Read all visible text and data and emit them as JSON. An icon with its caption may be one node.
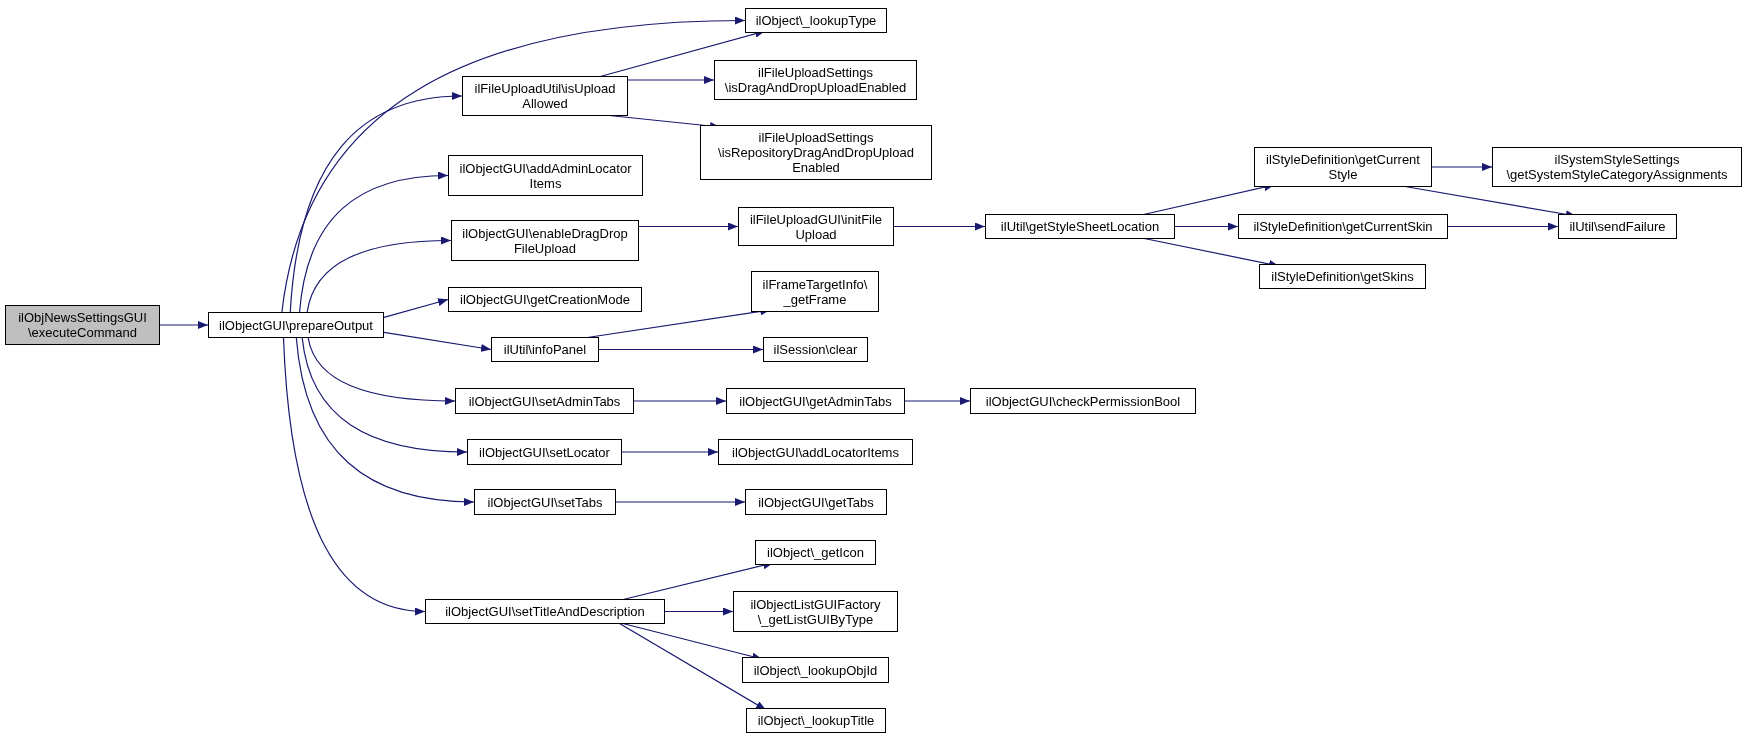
{
  "diagram": {
    "nodes": [
      {
        "text": [
          "ilObjNewsSettingsGUI \\executeCommand"
        ]
      },
      {
        "text": [
          "ilObjectGUI\\prepareOutput"
        ]
      },
      {
        "text": [
          "ilObject\\_lookupType"
        ]
      },
      {
        "text": [
          "ilFileUploadUtil\\isUpload Allowed"
        ]
      },
      {
        "text": [
          "ilFileUploadSettings \\isDragAndDropUploadEnabled"
        ]
      },
      {
        "text": [
          "ilFileUploadSettings \\isRepositoryDragAndDropUpload Enabled"
        ]
      },
      {
        "text": [
          "ilObjectGUI\\addAdminLocator Items"
        ]
      },
      {
        "text": [
          "ilObjectGUI\\enableDragDrop FileUpload"
        ]
      },
      {
        "text": [
          "ilFileUploadGUI\\initFile Upload"
        ]
      },
      {
        "text": [
          "ilUtil\\getStyleSheetLocation"
        ]
      },
      {
        "text": [
          "ilStyleDefinition\\getCurrent Style"
        ]
      },
      {
        "text": [
          "ilSystemStyleSettings \\getSystemStyleCategoryAssignments"
        ]
      },
      {
        "text": [
          "ilUtil\\sendFailure"
        ]
      },
      {
        "text": [
          "ilStyleDefinition\\getCurrentSkin"
        ]
      },
      {
        "text": [
          "ilStyleDefinition\\getSkins"
        ]
      },
      {
        "text": [
          "ilObjectGUI\\getCreationMode"
        ]
      },
      {
        "text": [
          "ilFrameTargetInfo\\ _getFrame"
        ]
      },
      {
        "text": [
          "ilUtil\\infoPanel"
        ]
      },
      {
        "text": [
          "ilSession\\clear"
        ]
      },
      {
        "text": [
          "ilObjectGUI\\setAdminTabs"
        ]
      },
      {
        "text": [
          "ilObjectGUI\\getAdminTabs"
        ]
      },
      {
        "text": [
          "ilObjectGUI\\checkPermissionBool"
        ]
      },
      {
        "text": [
          "ilObjectGUI\\setLocator"
        ]
      },
      {
        "text": [
          "ilObjectGUI\\addLocatorItems"
        ]
      },
      {
        "text": [
          "ilObjectGUI\\setTabs"
        ]
      },
      {
        "text": [
          "ilObjectGUI\\getTabs"
        ]
      },
      {
        "text": [
          "ilObjectGUI\\setTitleAndDescription"
        ]
      },
      {
        "text": [
          "ilObject\\_getIcon"
        ]
      },
      {
        "text": [
          "ilObjectListGUIFactory \\_getListGUIByType"
        ]
      },
      {
        "text": [
          "ilObject\\_lookupObjId"
        ]
      },
      {
        "text": [
          "ilObject\\_lookupTitle"
        ]
      }
    ],
    "edges": [
      {
        "from": 0,
        "to": 1,
        "arrow": "to"
      },
      {
        "from": 1,
        "to": 2,
        "arrow": "to"
      },
      {
        "from": 1,
        "to": 3,
        "arrow": "to"
      },
      {
        "from": 3,
        "to": 2,
        "arrow": "to"
      },
      {
        "from": 3,
        "to": 4,
        "arrow": "to"
      },
      {
        "from": 3,
        "to": 5,
        "arrow": "to"
      },
      {
        "from": 1,
        "to": 6,
        "arrow": "to"
      },
      {
        "from": 1,
        "to": 7,
        "arrow": "to"
      },
      {
        "from": 7,
        "to": 8,
        "arrow": "to"
      },
      {
        "from": 8,
        "to": 9,
        "arrow": "to"
      },
      {
        "from": 9,
        "to": 10,
        "arrow": "to"
      },
      {
        "from": 10,
        "to": 11,
        "arrow": "to"
      },
      {
        "from": 10,
        "to": 12,
        "arrow": "to"
      },
      {
        "from": 9,
        "to": 13,
        "arrow": "to"
      },
      {
        "from": 13,
        "to": 12,
        "arrow": "to"
      },
      {
        "from": 9,
        "to": 14,
        "arrow": "to"
      },
      {
        "from": 1,
        "to": 15,
        "arrow": "to"
      },
      {
        "from": 1,
        "to": 17,
        "arrow": "to"
      },
      {
        "from": 17,
        "to": 16,
        "arrow": "to"
      },
      {
        "from": 17,
        "to": 18,
        "arrow": "to"
      },
      {
        "from": 1,
        "to": 19,
        "arrow": "to"
      },
      {
        "from": 19,
        "to": 20,
        "arrow": "to"
      },
      {
        "from": 20,
        "to": 21,
        "arrow": "to"
      },
      {
        "from": 1,
        "to": 22,
        "arrow": "to"
      },
      {
        "from": 22,
        "to": 23,
        "arrow": "to"
      },
      {
        "from": 1,
        "to": 24,
        "arrow": "to"
      },
      {
        "from": 24,
        "to": 25,
        "arrow": "to"
      },
      {
        "from": 1,
        "to": 26,
        "arrow": "to"
      },
      {
        "from": 26,
        "to": 27,
        "arrow": "to"
      },
      {
        "from": 26,
        "to": 28,
        "arrow": "to"
      },
      {
        "from": 26,
        "to": 29,
        "arrow": "to"
      },
      {
        "from": 26,
        "to": 30,
        "arrow": "to"
      }
    ]
  }
}
